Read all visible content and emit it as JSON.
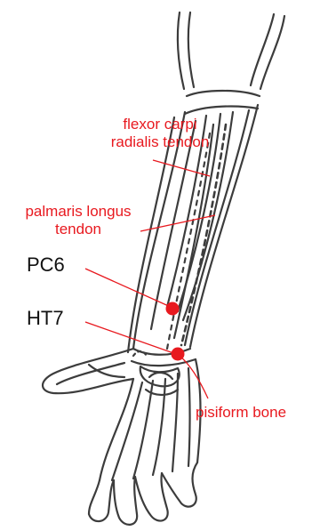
{
  "labels": {
    "flexor_line1": "flexor carpi",
    "flexor_line2": "radialis tendon",
    "palmaris_line1": "palmaris longus",
    "palmaris_line2": "tendon",
    "pc6": "PC6",
    "ht7": "HT7",
    "pisiform": "pisiform bone"
  },
  "colors": {
    "annotation": "#e8191f",
    "point": "#e8191f",
    "outline": "#3c3c3c",
    "point_label": "#111111"
  }
}
